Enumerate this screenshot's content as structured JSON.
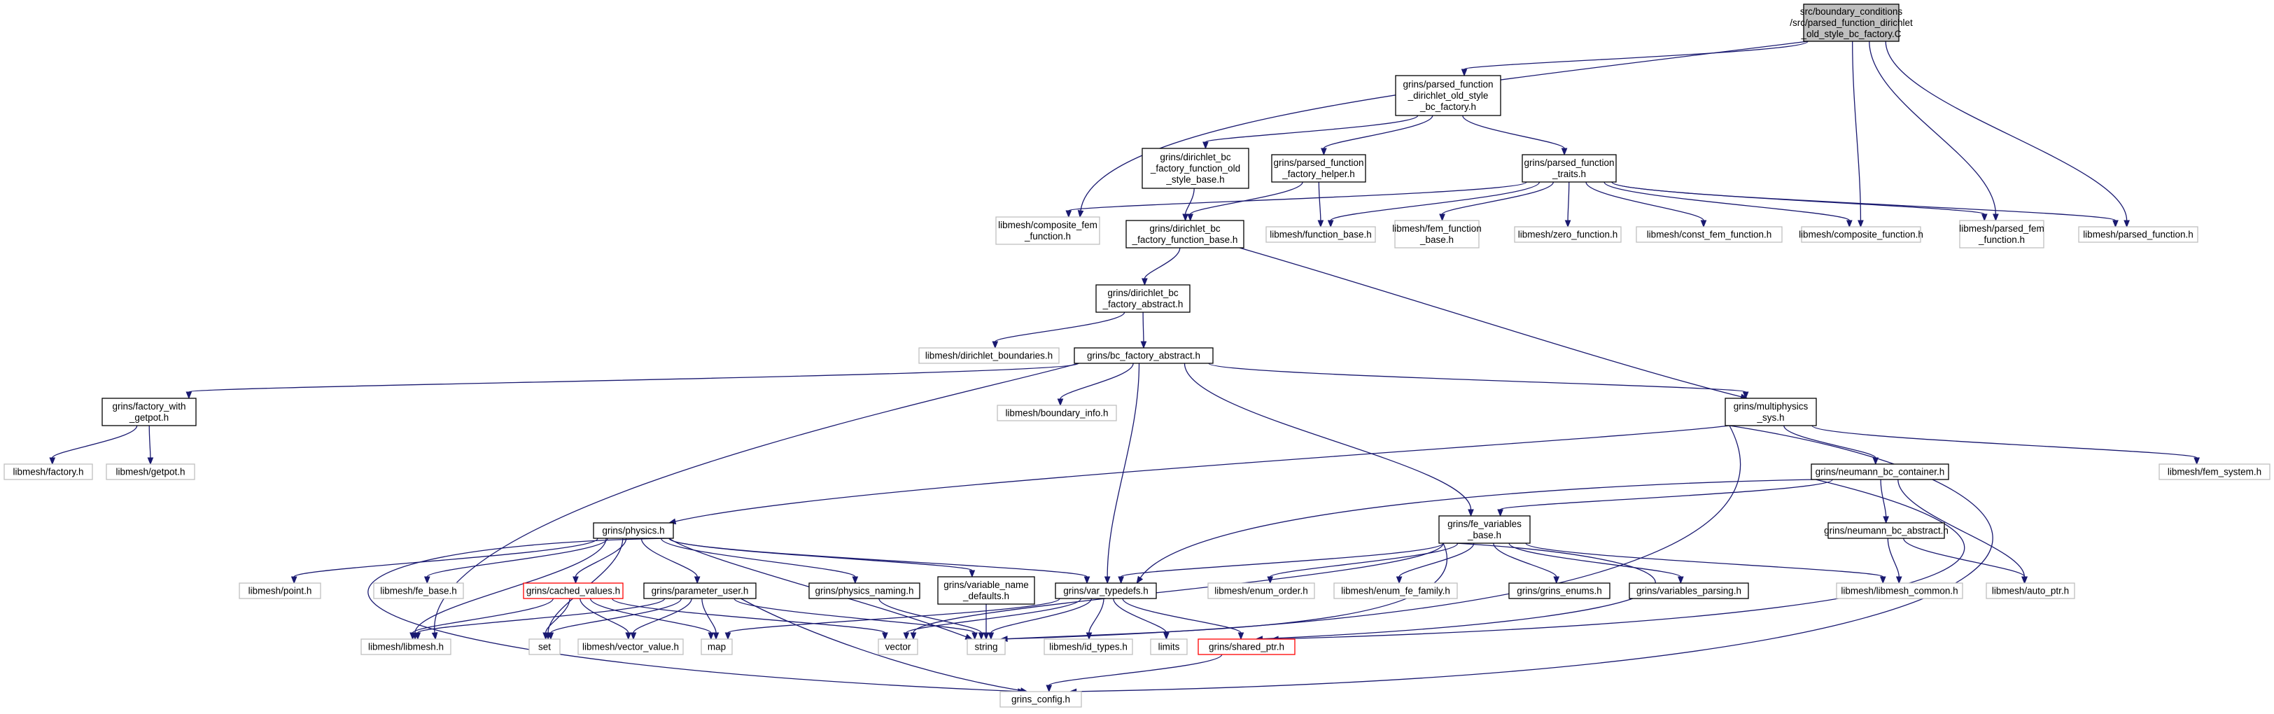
{
  "graph": {
    "nodes": [
      {
        "id": "root",
        "lines": [
          "src/boundary_conditions",
          "/src/parsed_function_dirichlet",
          "_old_style_bc_factory.C"
        ],
        "kind": "root",
        "link": false
      },
      {
        "id": "pf_dirichlet_old",
        "lines": [
          "grins/parsed_function",
          "_dirichlet_old_style",
          "_bc_factory.h"
        ],
        "kind": "local",
        "link": true
      },
      {
        "id": "dirichlet_fn_old",
        "lines": [
          "grins/dirichlet_bc",
          "_factory_function_old",
          "_style_base.h"
        ],
        "kind": "local",
        "link": true
      },
      {
        "id": "pf_factory_helper",
        "lines": [
          "grins/parsed_function",
          "_factory_helper.h"
        ],
        "kind": "local",
        "link": true
      },
      {
        "id": "pf_traits",
        "lines": [
          "grins/parsed_function",
          "_traits.h"
        ],
        "kind": "local",
        "link": true
      },
      {
        "id": "composite_fem_fn",
        "lines": [
          "libmesh/composite_fem",
          "_function.h"
        ],
        "kind": "external",
        "link": false
      },
      {
        "id": "dirichlet_fn_base",
        "lines": [
          "grins/dirichlet_bc",
          "_factory_function_base.h"
        ],
        "kind": "local",
        "link": true
      },
      {
        "id": "function_base",
        "lines": [
          "libmesh/function_base.h"
        ],
        "kind": "external",
        "link": false
      },
      {
        "id": "fem_function_base",
        "lines": [
          "libmesh/fem_function",
          "_base.h"
        ],
        "kind": "external",
        "link": false
      },
      {
        "id": "zero_function",
        "lines": [
          "libmesh/zero_function.h"
        ],
        "kind": "external",
        "link": false
      },
      {
        "id": "const_fem_function",
        "lines": [
          "libmesh/const_fem_function.h"
        ],
        "kind": "external",
        "link": false
      },
      {
        "id": "composite_function",
        "lines": [
          "libmesh/composite_function.h"
        ],
        "kind": "external",
        "link": false
      },
      {
        "id": "parsed_fem_fn",
        "lines": [
          "libmesh/parsed_fem",
          "_function.h"
        ],
        "kind": "external",
        "link": false
      },
      {
        "id": "parsed_function",
        "lines": [
          "libmesh/parsed_function.h"
        ],
        "kind": "external",
        "link": false
      },
      {
        "id": "dirichlet_abstract",
        "lines": [
          "grins/dirichlet_bc",
          "_factory_abstract.h"
        ],
        "kind": "local",
        "link": true
      },
      {
        "id": "dirichlet_boundaries",
        "lines": [
          "libmesh/dirichlet_boundaries.h"
        ],
        "kind": "external",
        "link": false
      },
      {
        "id": "bc_factory_abstract",
        "lines": [
          "grins/bc_factory_abstract.h"
        ],
        "kind": "local",
        "link": true
      },
      {
        "id": "factory_with_getpot",
        "lines": [
          "grins/factory_with",
          "_getpot.h"
        ],
        "kind": "local",
        "link": true
      },
      {
        "id": "boundary_info",
        "lines": [
          "libmesh/boundary_info.h"
        ],
        "kind": "external",
        "link": false
      },
      {
        "id": "multiphysics_sys",
        "lines": [
          "grins/multiphysics",
          "_sys.h"
        ],
        "kind": "local",
        "link": true
      },
      {
        "id": "factory",
        "lines": [
          "libmesh/factory.h"
        ],
        "kind": "external",
        "link": false
      },
      {
        "id": "getpot",
        "lines": [
          "libmesh/getpot.h"
        ],
        "kind": "external",
        "link": false
      },
      {
        "id": "fem_system",
        "lines": [
          "libmesh/fem_system.h"
        ],
        "kind": "external",
        "link": false
      },
      {
        "id": "neumann_container",
        "lines": [
          "grins/neumann_bc_container.h"
        ],
        "kind": "local",
        "link": true
      },
      {
        "id": "physics",
        "lines": [
          "grins/physics.h"
        ],
        "kind": "local",
        "link": true
      },
      {
        "id": "fe_variables_base",
        "lines": [
          "grins/fe_variables",
          "_base.h"
        ],
        "kind": "local",
        "link": true
      },
      {
        "id": "neumann_abstract",
        "lines": [
          "grins/neumann_bc_abstract.h"
        ],
        "kind": "local",
        "link": true
      },
      {
        "id": "point",
        "lines": [
          "libmesh/point.h"
        ],
        "kind": "external",
        "link": false
      },
      {
        "id": "fe_base",
        "lines": [
          "libmesh/fe_base.h"
        ],
        "kind": "external",
        "link": false
      },
      {
        "id": "cached_values",
        "lines": [
          "grins/cached_values.h"
        ],
        "kind": "truncated",
        "link": true
      },
      {
        "id": "parameter_user",
        "lines": [
          "grins/parameter_user.h"
        ],
        "kind": "local",
        "link": true
      },
      {
        "id": "physics_naming",
        "lines": [
          "grins/physics_naming.h"
        ],
        "kind": "local",
        "link": true
      },
      {
        "id": "variable_name_defaults",
        "lines": [
          "grins/variable_name",
          "_defaults.h"
        ],
        "kind": "local",
        "link": true
      },
      {
        "id": "var_typedefs",
        "lines": [
          "grins/var_typedefs.h"
        ],
        "kind": "local",
        "link": true
      },
      {
        "id": "enum_order",
        "lines": [
          "libmesh/enum_order.h"
        ],
        "kind": "external",
        "link": false
      },
      {
        "id": "enum_fe_family",
        "lines": [
          "libmesh/enum_fe_family.h"
        ],
        "kind": "external",
        "link": false
      },
      {
        "id": "grins_enums",
        "lines": [
          "grins/grins_enums.h"
        ],
        "kind": "local",
        "link": true
      },
      {
        "id": "variables_parsing",
        "lines": [
          "grins/variables_parsing.h"
        ],
        "kind": "local",
        "link": true
      },
      {
        "id": "libmesh_common",
        "lines": [
          "libmesh/libmesh_common.h"
        ],
        "kind": "external",
        "link": false
      },
      {
        "id": "auto_ptr",
        "lines": [
          "libmesh/auto_ptr.h"
        ],
        "kind": "external",
        "link": false
      },
      {
        "id": "libmesh",
        "lines": [
          "libmesh/libmesh.h"
        ],
        "kind": "external",
        "link": false
      },
      {
        "id": "set",
        "lines": [
          "set"
        ],
        "kind": "external",
        "link": false
      },
      {
        "id": "vector_value",
        "lines": [
          "libmesh/vector_value.h"
        ],
        "kind": "external",
        "link": false
      },
      {
        "id": "map",
        "lines": [
          "map"
        ],
        "kind": "external",
        "link": false
      },
      {
        "id": "vector",
        "lines": [
          "vector"
        ],
        "kind": "external",
        "link": false
      },
      {
        "id": "string",
        "lines": [
          "string"
        ],
        "kind": "external",
        "link": false
      },
      {
        "id": "id_types",
        "lines": [
          "libmesh/id_types.h"
        ],
        "kind": "external",
        "link": false
      },
      {
        "id": "limits",
        "lines": [
          "limits"
        ],
        "kind": "external",
        "link": false
      },
      {
        "id": "shared_ptr",
        "lines": [
          "grins/shared_ptr.h"
        ],
        "kind": "truncated",
        "link": true
      },
      {
        "id": "grins_config",
        "lines": [
          "grins_config.h"
        ],
        "kind": "external",
        "link": false
      }
    ],
    "edges": [
      [
        "root",
        "pf_dirichlet_old"
      ],
      [
        "root",
        "composite_fem_fn"
      ],
      [
        "root",
        "composite_function"
      ],
      [
        "root",
        "parsed_fem_fn"
      ],
      [
        "root",
        "parsed_function"
      ],
      [
        "pf_dirichlet_old",
        "dirichlet_fn_old"
      ],
      [
        "pf_dirichlet_old",
        "pf_factory_helper"
      ],
      [
        "pf_dirichlet_old",
        "pf_traits"
      ],
      [
        "dirichlet_fn_old",
        "dirichlet_fn_base"
      ],
      [
        "pf_factory_helper",
        "dirichlet_fn_base"
      ],
      [
        "pf_factory_helper",
        "function_base"
      ],
      [
        "pf_traits",
        "composite_fem_fn"
      ],
      [
        "pf_traits",
        "function_base"
      ],
      [
        "pf_traits",
        "fem_function_base"
      ],
      [
        "pf_traits",
        "zero_function"
      ],
      [
        "pf_traits",
        "const_fem_function"
      ],
      [
        "pf_traits",
        "composite_function"
      ],
      [
        "pf_traits",
        "parsed_fem_fn"
      ],
      [
        "pf_traits",
        "parsed_function"
      ],
      [
        "dirichlet_fn_base",
        "dirichlet_abstract"
      ],
      [
        "dirichlet_fn_base",
        "multiphysics_sys"
      ],
      [
        "dirichlet_abstract",
        "dirichlet_boundaries"
      ],
      [
        "dirichlet_abstract",
        "bc_factory_abstract"
      ],
      [
        "bc_factory_abstract",
        "factory_with_getpot"
      ],
      [
        "bc_factory_abstract",
        "boundary_info"
      ],
      [
        "bc_factory_abstract",
        "multiphysics_sys"
      ],
      [
        "bc_factory_abstract",
        "fe_variables_base"
      ],
      [
        "bc_factory_abstract",
        "var_typedefs"
      ],
      [
        "bc_factory_abstract",
        "libmesh"
      ],
      [
        "factory_with_getpot",
        "factory"
      ],
      [
        "factory_with_getpot",
        "getpot"
      ],
      [
        "multiphysics_sys",
        "physics"
      ],
      [
        "multiphysics_sys",
        "neumann_container"
      ],
      [
        "multiphysics_sys",
        "fem_system"
      ],
      [
        "multiphysics_sys",
        "string"
      ],
      [
        "multiphysics_sys",
        "grins_config"
      ],
      [
        "neumann_container",
        "fe_variables_base"
      ],
      [
        "neumann_container",
        "neumann_abstract"
      ],
      [
        "neumann_container",
        "var_typedefs"
      ],
      [
        "neumann_container",
        "auto_ptr"
      ],
      [
        "neumann_container",
        "shared_ptr"
      ],
      [
        "neumann_abstract",
        "libmesh_common"
      ],
      [
        "neumann_abstract",
        "auto_ptr"
      ],
      [
        "physics",
        "point"
      ],
      [
        "physics",
        "fe_base"
      ],
      [
        "physics",
        "cached_values"
      ],
      [
        "physics",
        "parameter_user"
      ],
      [
        "physics",
        "physics_naming"
      ],
      [
        "physics",
        "variable_name_defaults"
      ],
      [
        "physics",
        "var_typedefs"
      ],
      [
        "physics",
        "libmesh"
      ],
      [
        "physics",
        "set"
      ],
      [
        "physics",
        "string"
      ],
      [
        "physics",
        "grins_config"
      ],
      [
        "cached_values",
        "libmesh"
      ],
      [
        "cached_values",
        "set"
      ],
      [
        "cached_values",
        "vector_value"
      ],
      [
        "cached_values",
        "map"
      ],
      [
        "cached_values",
        "vector"
      ],
      [
        "parameter_user",
        "libmesh"
      ],
      [
        "parameter_user",
        "set"
      ],
      [
        "parameter_user",
        "vector_value"
      ],
      [
        "parameter_user",
        "map"
      ],
      [
        "parameter_user",
        "string"
      ],
      [
        "parameter_user",
        "grins_config"
      ],
      [
        "physics_naming",
        "string"
      ],
      [
        "variable_name_defaults",
        "string"
      ],
      [
        "var_typedefs",
        "map"
      ],
      [
        "var_typedefs",
        "vector"
      ],
      [
        "var_typedefs",
        "string"
      ],
      [
        "var_typedefs",
        "id_types"
      ],
      [
        "var_typedefs",
        "limits"
      ],
      [
        "var_typedefs",
        "shared_ptr"
      ],
      [
        "fe_variables_base",
        "var_typedefs"
      ],
      [
        "fe_variables_base",
        "enum_order"
      ],
      [
        "fe_variables_base",
        "enum_fe_family"
      ],
      [
        "fe_variables_base",
        "grins_enums"
      ],
      [
        "fe_variables_base",
        "variables_parsing"
      ],
      [
        "fe_variables_base",
        "libmesh_common"
      ],
      [
        "fe_variables_base",
        "string"
      ],
      [
        "fe_variables_base",
        "vector"
      ],
      [
        "fe_variables_base",
        "shared_ptr"
      ],
      [
        "shared_ptr",
        "grins_config"
      ]
    ],
    "colors": {
      "edge": "#191970",
      "local_border": "#000000",
      "external_border": "#bfbfbf",
      "truncated_border": "#ff0000",
      "root_fill": "#bfbfbf",
      "box_fill": "#ffffff",
      "text": "#000000"
    }
  }
}
